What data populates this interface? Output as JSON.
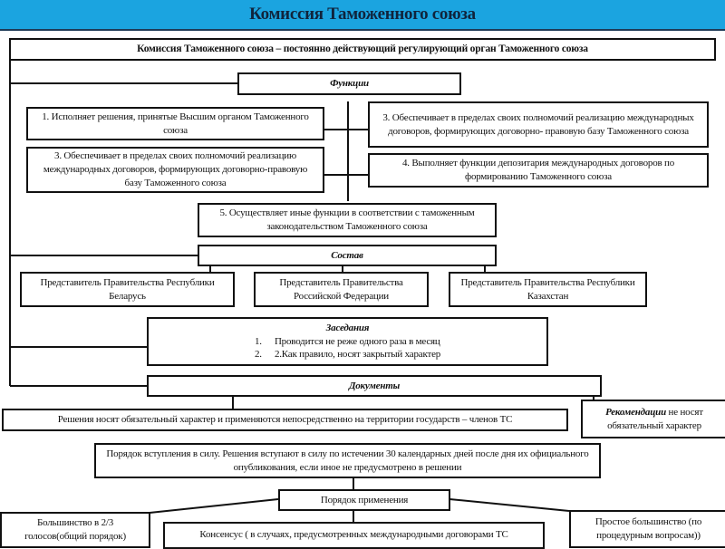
{
  "title": "Комиссия Таможенного союза",
  "definition": "Комиссия Таможенного союза – постоянно действующий регулирующий орган Таможенного союза",
  "functions": {
    "heading": "Функции",
    "items": [
      "1. Исполняет решения, принятые Высшим органом Таможенного союза",
      "3. Обеспечивает в пределах своих полномочий реализацию международных договоров, формирующих договорно-правовую базу Таможенного союза",
      "3. Обеспечивает в пределах своих полномочий реализацию международных договоров, формирующих договорно- правовую базу Таможенного союза",
      "4. Выполняет функции депозитария международных договоров по формированию Таможенного союза",
      "5. Осуществляет иные функции в соответствии с таможенным законодательством Таможенного союза"
    ]
  },
  "composition": {
    "heading": "Состав",
    "members": [
      "Представитель Правительства Республики Беларусь",
      "Представитель Правительства Российской Федерации",
      "Представитель Правительства Республики Казахстан"
    ]
  },
  "meetings": {
    "heading": "Заседания",
    "items": [
      {
        "num": "1.",
        "text": "Проводится не реже одного раза в месяц"
      },
      {
        "num": "2.",
        "text": "2.Как правило, носят закрытый характер"
      }
    ]
  },
  "documents": {
    "heading": "Документы",
    "decisions": "Решения носят обязательный характер и применяются непосредственно на территории государств – членов ТС",
    "recommendations_bold": "Рекомендации",
    "recommendations_rest": " не носят обязательный характер",
    "entry_into_force": "Порядок вступления в силу. Решения вступают в силу по истечении 30 календарных дней после дня их официального опубликования, если иное не предусмотрено в решении",
    "application_heading": "Порядок применения",
    "application": [
      "Большинство в 2/3 голосов(общий порядок)",
      "Консенсус ( в случаях, предусмотренных международными договорами ТС",
      "Простое большинство (по процедурным вопросам))"
    ]
  },
  "colors": {
    "title_bar": "#1ba4e0",
    "title_text": "#10243c"
  }
}
